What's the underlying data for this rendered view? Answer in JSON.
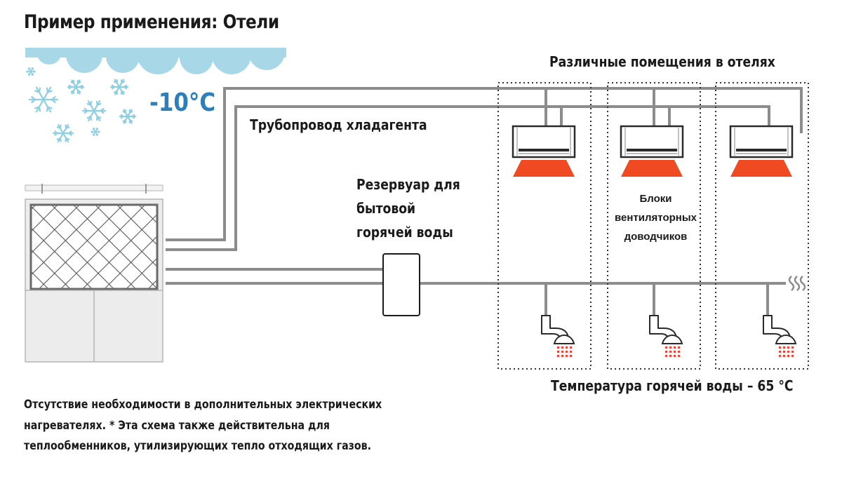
{
  "title": "Пример применения: Отели",
  "outdoor": {
    "temperature": "-10°C",
    "weather_icon": "snowflake-icon",
    "cloud_icon": "cloud-icon",
    "temperature_color": "#2c7fb8"
  },
  "labels": {
    "refrigerant_pipe": "Трубопровод хладагента",
    "hotel_rooms": "Различные помещения в отелях",
    "tank_lines": [
      "Резервуар для",
      "бытовой",
      "горячей воды"
    ],
    "fan_coil_lines": [
      "Блоки",
      "вентиляторных",
      "доводчиков"
    ],
    "hot_water_temp": "Температура горячей воды – 65 °C"
  },
  "note_lines": [
    "Отсутствие необходимости в дополнительных электрических",
    "нагревателях. * Эта схема также действительна для",
    "теплообменников, утилизирующих тепло отходящих газов."
  ],
  "colors": {
    "pipe": "#8c8c8c",
    "heat_output": "#f04a23",
    "cloud": "#a8d8e8",
    "snowflake": "#8ccfe3",
    "shower_spray": "#e8463a"
  }
}
